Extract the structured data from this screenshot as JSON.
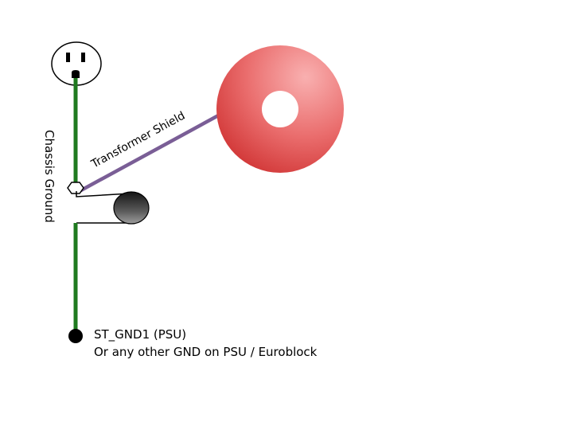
{
  "diagram": {
    "chassis_ground_label": "Chassis Ground",
    "transformer_shield_label": "Transformer Shield",
    "ground_point_label": "ST_GND1 (PSU)",
    "ground_point_sublabel": "Or any other GND on PSU / Euroblock",
    "icons": {
      "outlet": "power-outlet-icon",
      "toroid": "toroidal-transformer-icon",
      "ring_terminal": "ring-terminal-icon",
      "cable": "cable-cylinder-icon",
      "ground_dot": "ground-point-icon"
    },
    "colors": {
      "ground_wire": "#1f7a1f",
      "shield_wire": "#7a5e96",
      "toroid_light": "#f7a3a3",
      "toroid_dark": "#d23a3a",
      "cable_dark": "#333333"
    }
  }
}
